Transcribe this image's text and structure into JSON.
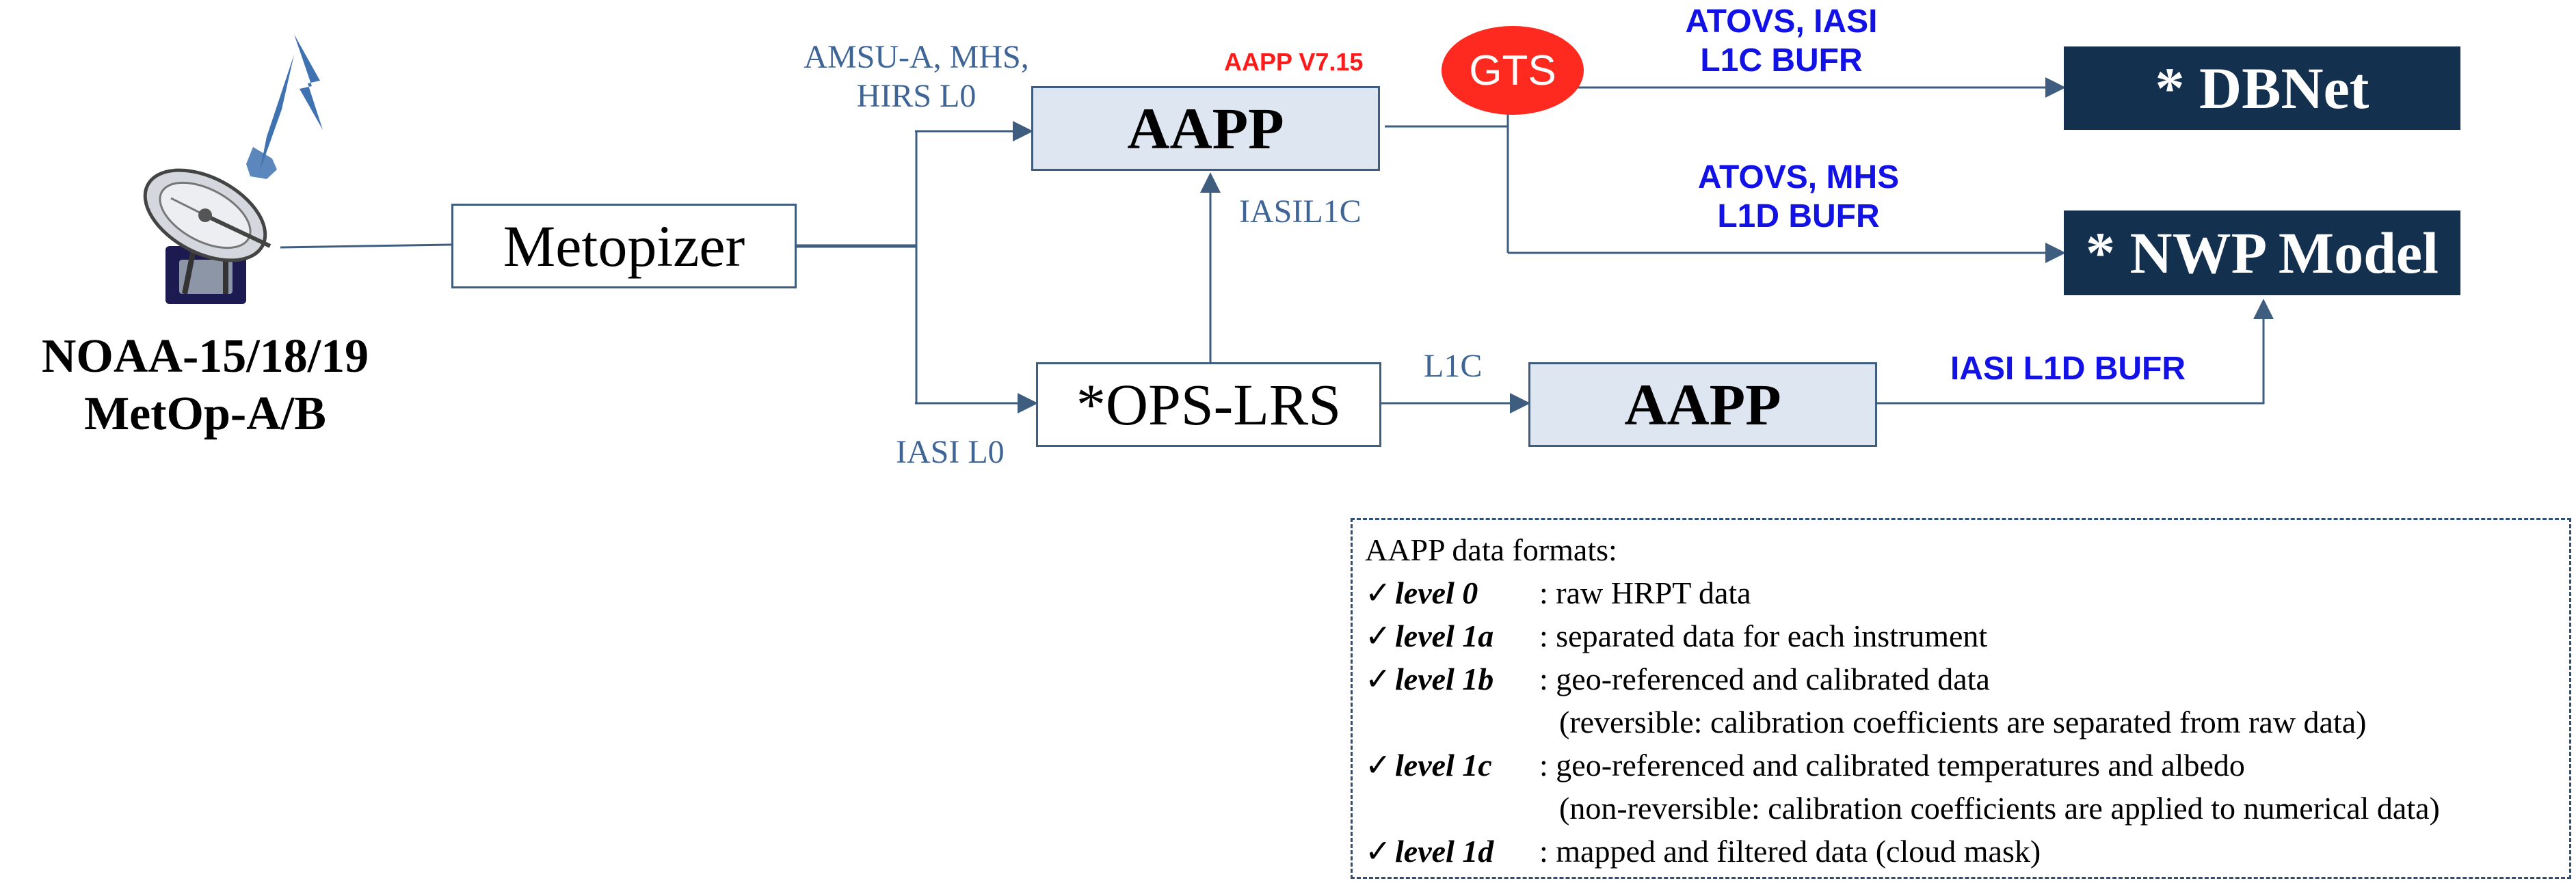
{
  "station": {
    "lines": [
      "NOAA-15/18/19",
      "MetOp-A/B"
    ]
  },
  "boxes": {
    "metopizer": "Metopizer",
    "aapp_top": "AAPP",
    "aapp_version": "AAPP V7.15",
    "ops_lrs": "*OPS-LRS",
    "aapp_bottom": "AAPP",
    "gts": "GTS",
    "dbnet": "* DBNet",
    "nwp": "* NWP Model"
  },
  "edge_labels": {
    "to_aapp": [
      "AMSU-A, MHS,",
      "HIRS L0"
    ],
    "to_ops": "IASI L0",
    "ops_to_aapp": "IASIL1C",
    "ops_to_aapp2": "L1C",
    "to_dbnet": [
      "ATOVS, IASI",
      "L1C BUFR"
    ],
    "to_nwp": [
      "ATOVS, MHS",
      "L1D BUFR"
    ],
    "aapp2_to_nwp": "IASI L1D BUFR"
  },
  "legend": {
    "title": "AAPP data formats:",
    "check": "✓",
    "items": [
      {
        "level": "level 0",
        "desc": ": raw HRPT data",
        "note": ""
      },
      {
        "level": "level 1a",
        "desc": ": separated data for each instrument",
        "note": ""
      },
      {
        "level": "level 1b",
        "desc": ": geo-referenced and calibrated data",
        "note": "(reversible: calibration coefficients are separated from raw data)"
      },
      {
        "level": "level 1c",
        "desc": ": geo-referenced and calibrated temperatures and albedo",
        "note": "(non-reversible: calibration coefficients are applied to numerical data)"
      },
      {
        "level": "level 1d",
        "desc": ": mapped and filtered data (cloud mask)",
        "note": ""
      }
    ]
  },
  "colors": {
    "line": "#3e5d7f",
    "aapp_fill": "#dde6f1",
    "dark_fill": "#13304f",
    "gts_fill": "#ff2a1f",
    "blue_text": "#1212e6",
    "steel_text": "#3e6595"
  }
}
